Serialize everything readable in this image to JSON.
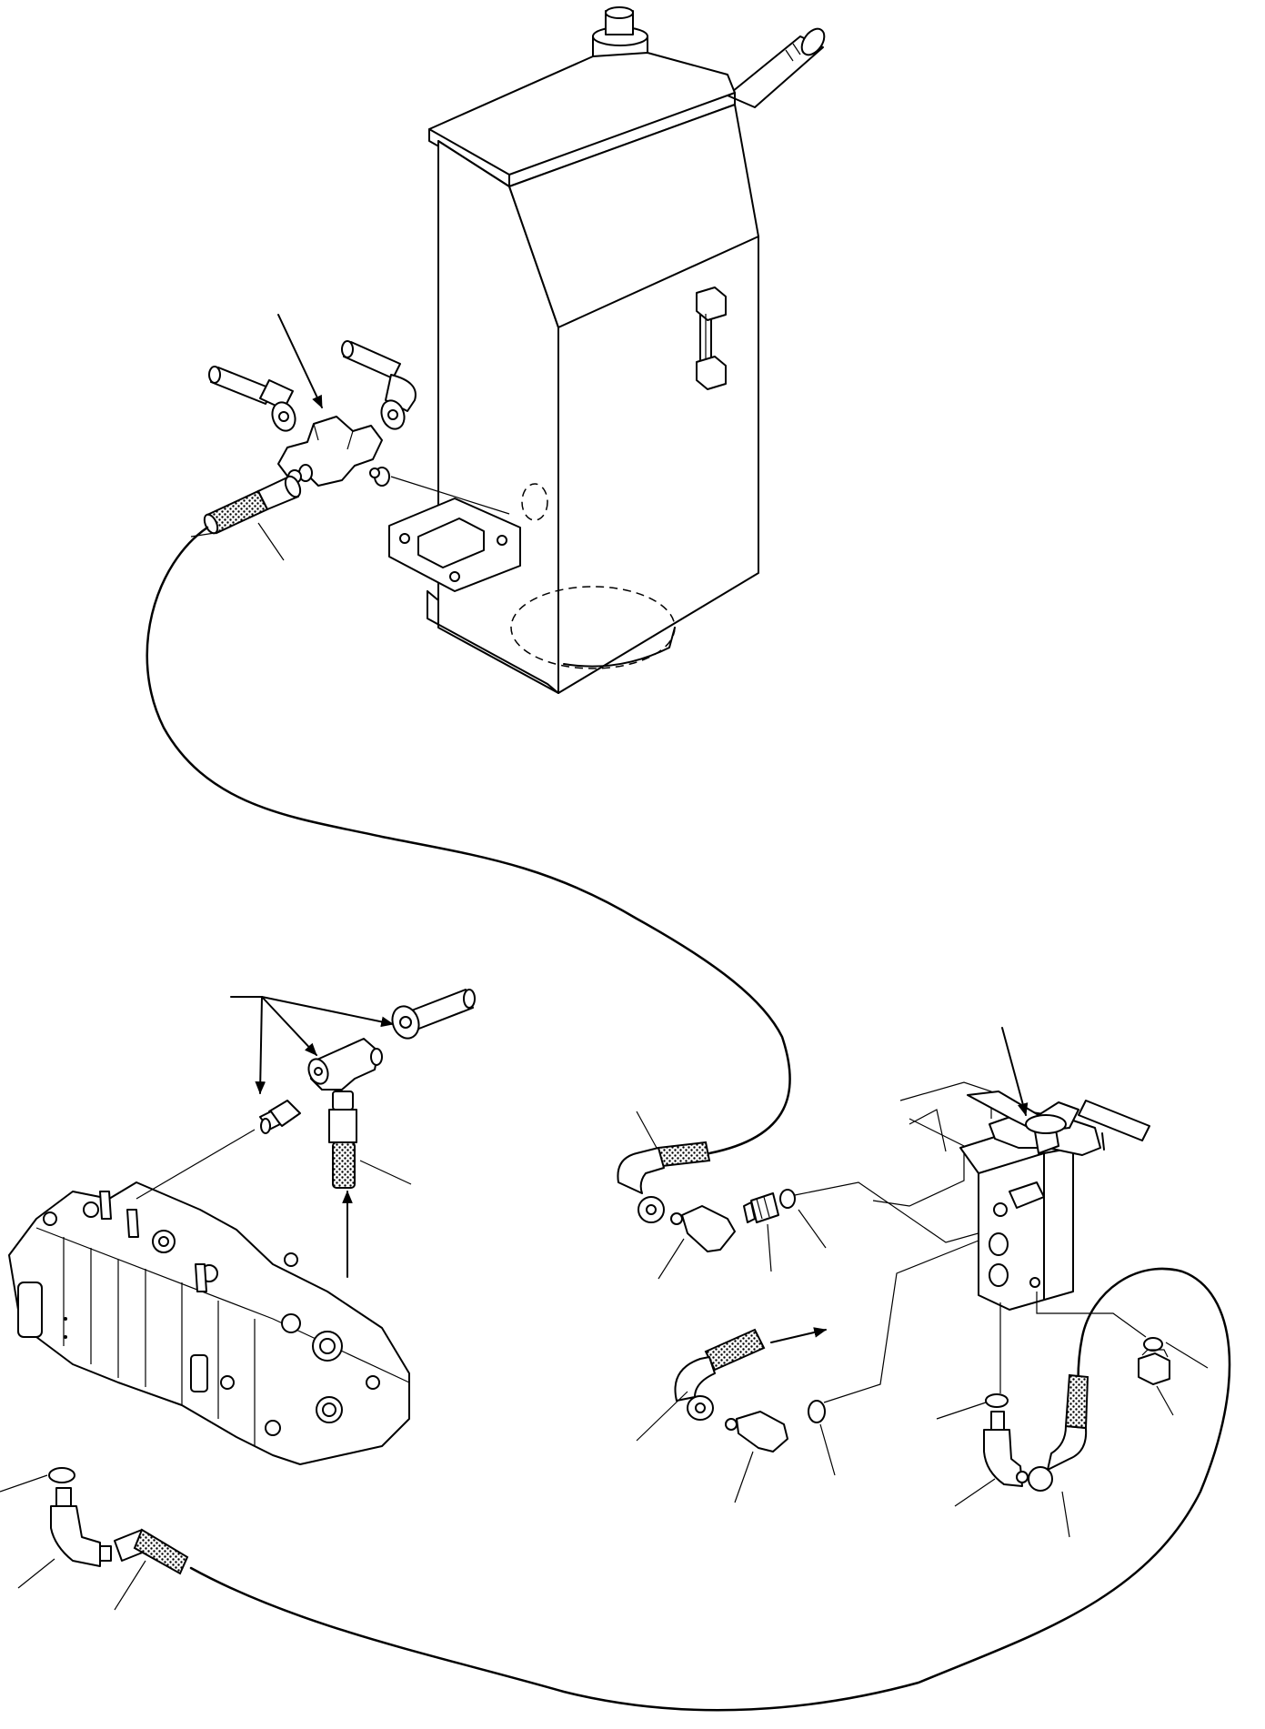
{
  "figure": {
    "labels": []
  },
  "components": [
    {
      "id": "hydraulic-tank",
      "icon": "tank-icon"
    },
    {
      "id": "cross-fitting",
      "icon": "cross-fitting-icon"
    },
    {
      "id": "control-valve-block",
      "icon": "control-valve-icon"
    },
    {
      "id": "tee-fitting",
      "icon": "tee-fitting-icon"
    },
    {
      "id": "selector-valve",
      "icon": "lever-valve-icon"
    },
    {
      "id": "hose-assemblies",
      "icon": "hose-icon"
    },
    {
      "id": "elbow-fittings",
      "icon": "elbow-icon"
    },
    {
      "id": "o-rings",
      "icon": "o-ring-icon"
    }
  ]
}
